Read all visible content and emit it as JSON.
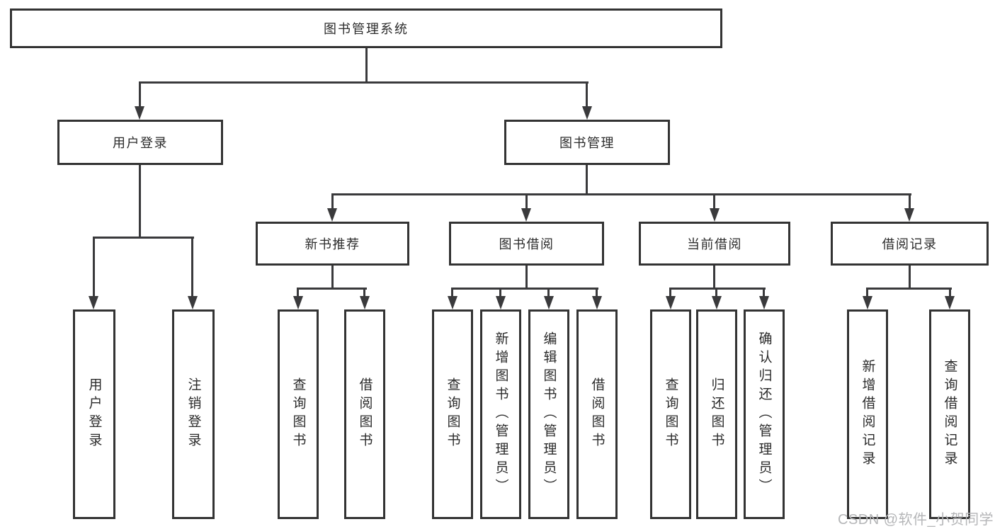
{
  "diagram": {
    "root": {
      "label": "图书管理系统"
    },
    "level2": [
      {
        "label": "用户登录"
      },
      {
        "label": "图书管理"
      }
    ],
    "level3": [
      {
        "label": "新书推荐"
      },
      {
        "label": "图书借阅"
      },
      {
        "label": "当前借阅"
      },
      {
        "label": "借阅记录"
      }
    ],
    "leaves": [
      {
        "label": "用户登录"
      },
      {
        "label": "注销登录"
      },
      {
        "label": "查询图书"
      },
      {
        "label": "借阅图书"
      },
      {
        "label": "查询图书"
      },
      {
        "label": "新增图书（管理员）"
      },
      {
        "label": "编辑图书（管理员）"
      },
      {
        "label": "借阅图书"
      },
      {
        "label": "查询图书"
      },
      {
        "label": "归还图书"
      },
      {
        "label": "确认归还（管理员）"
      },
      {
        "label": "新增借阅记录"
      },
      {
        "label": "查询借阅记录"
      }
    ],
    "colors": {
      "line": "#3a3a3c",
      "border": "#333333",
      "text": "#2b2b2b",
      "watermark_text": "#b5b6b8",
      "background": "#ffffff"
    }
  },
  "watermark": {
    "text": "CSDN @软件_小贺同学"
  }
}
